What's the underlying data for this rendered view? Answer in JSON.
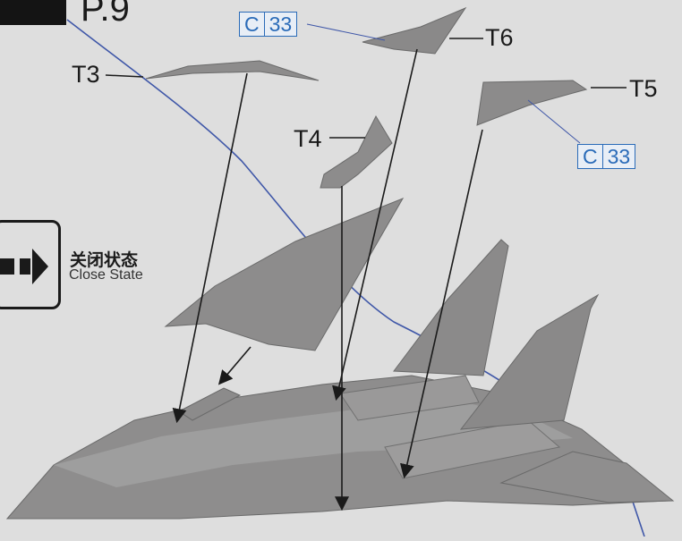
{
  "page": {
    "number": "P.9"
  },
  "parts": {
    "t3": "T3",
    "t4": "T4",
    "t5": "T5",
    "t6": "T6"
  },
  "callouts": [
    {
      "letter": "C",
      "number": "33"
    },
    {
      "letter": "C",
      "number": "33"
    }
  ],
  "state": {
    "zh": "关闭状态",
    "en": "Close State"
  },
  "colors": {
    "part_gray": "#8d8c8c",
    "callout_blue": "#2a6bb8",
    "background": "#dedede"
  }
}
